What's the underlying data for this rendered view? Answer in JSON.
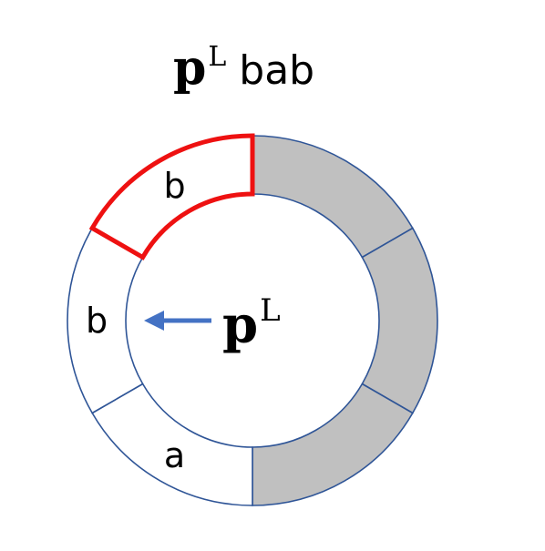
{
  "title": {
    "symbol": "p",
    "superscript": "L",
    "word": "bab"
  },
  "ring": {
    "segments": [
      {
        "label": "",
        "filled": true
      },
      {
        "label": "",
        "filled": true
      },
      {
        "label": "",
        "filled": true
      },
      {
        "label": "a",
        "filled": false
      },
      {
        "label": "b",
        "filled": false
      },
      {
        "label": "b",
        "filled": false,
        "highlighted": true
      }
    ],
    "fill_color": "#c0c0c0",
    "stroke_color": "#2f5597",
    "highlight_color": "#ee1111"
  },
  "pointer": {
    "symbol": "p",
    "superscript": "L",
    "arrow_color": "#4472c4"
  }
}
